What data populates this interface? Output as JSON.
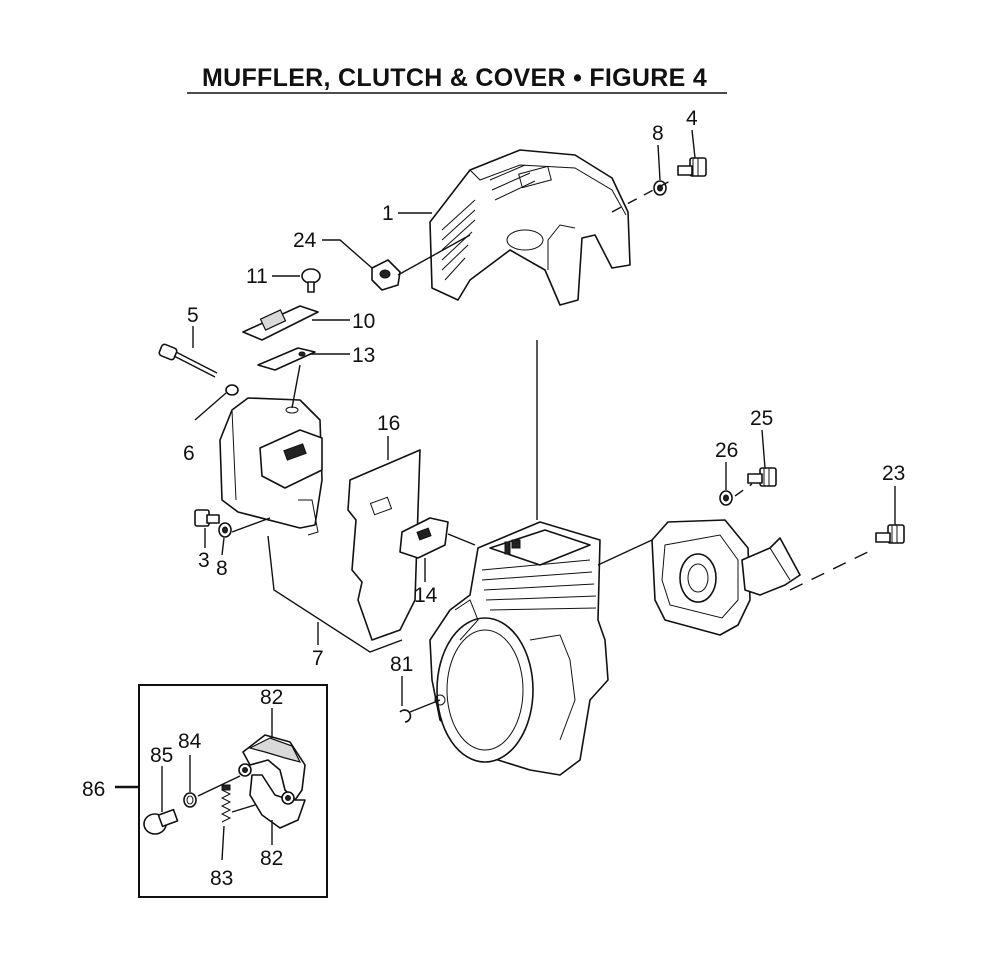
{
  "title": "MUFFLER, CLUTCH & COVER • FIGURE 4",
  "labels": {
    "l1": "1",
    "l3": "3",
    "l4": "4",
    "l5": "5",
    "l6": "6",
    "l7": "7",
    "l8a": "8",
    "l8b": "8",
    "l10": "10",
    "l11": "11",
    "l13": "13",
    "l14": "14",
    "l16": "16",
    "l23": "23",
    "l24": "24",
    "l25": "25",
    "l26": "26",
    "l81": "81",
    "l82a": "82",
    "l82b": "82",
    "l83": "83",
    "l84": "84",
    "l85": "85",
    "l86": "86"
  }
}
